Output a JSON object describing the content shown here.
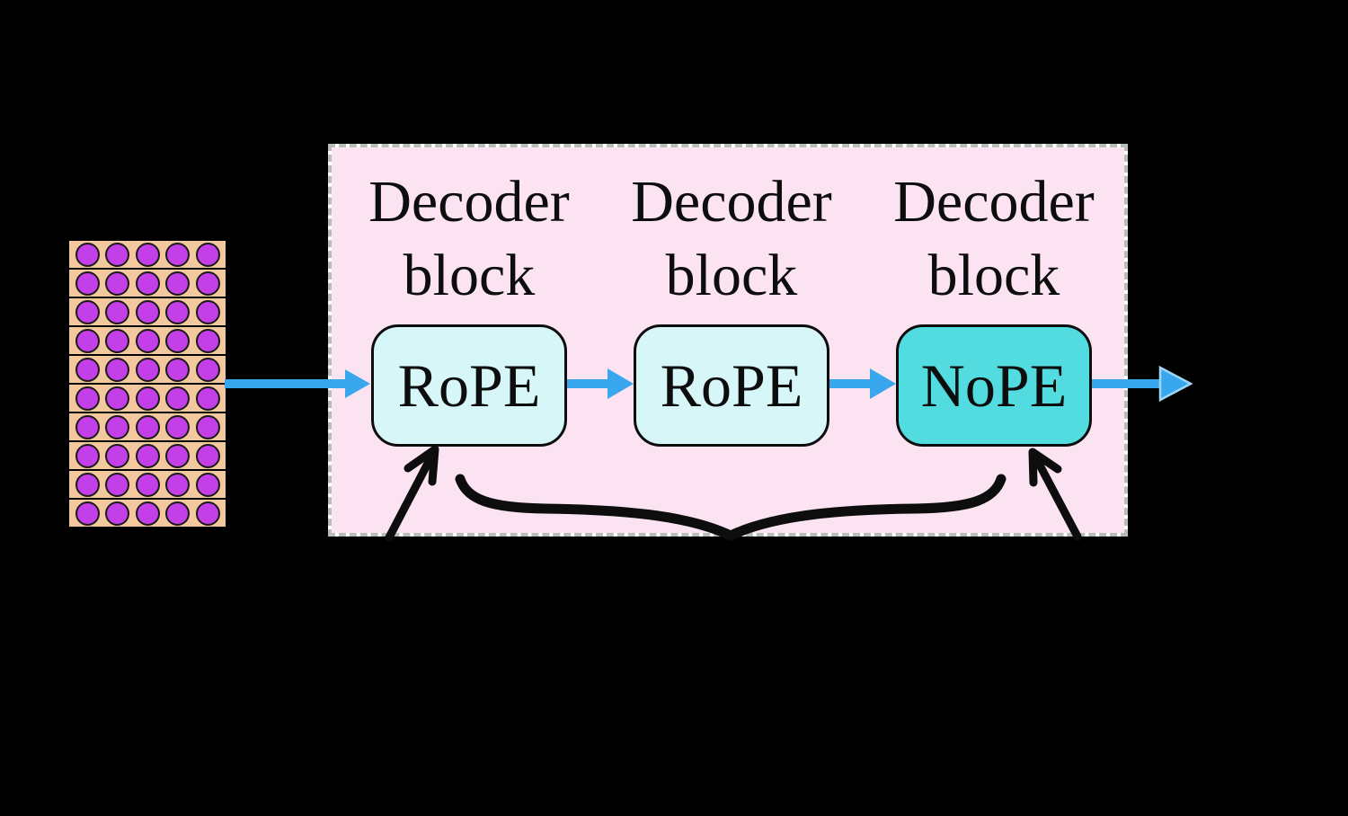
{
  "diagram": {
    "background_color": "#000000",
    "input_matrix": {
      "semantic": "token-embeddings-matrix",
      "rows": 10,
      "cols": 5,
      "row_fill": "#f4c89e",
      "dot_fill": "#c33fe8",
      "outline_color": "#000000"
    },
    "transformer_container": {
      "fill": "#fbe3f2",
      "dash_color": "#b7beb7",
      "blocks": [
        {
          "title_line1": "Decoder",
          "title_line2": "block",
          "pe_label": "RoPE",
          "pe_fill": "#d7f6f8"
        },
        {
          "title_line1": "Decoder",
          "title_line2": "block",
          "pe_label": "RoPE",
          "pe_fill": "#d7f6f8"
        },
        {
          "title_line1": "Decoder",
          "title_line2": "block",
          "pe_label": "NoPE",
          "pe_fill": "#52dcdf"
        }
      ]
    },
    "flow_arrow_color": "#38a7ee",
    "flow_arrowhead_outline": "#9fd6f8",
    "annotation_color": "#0d0d0d"
  }
}
